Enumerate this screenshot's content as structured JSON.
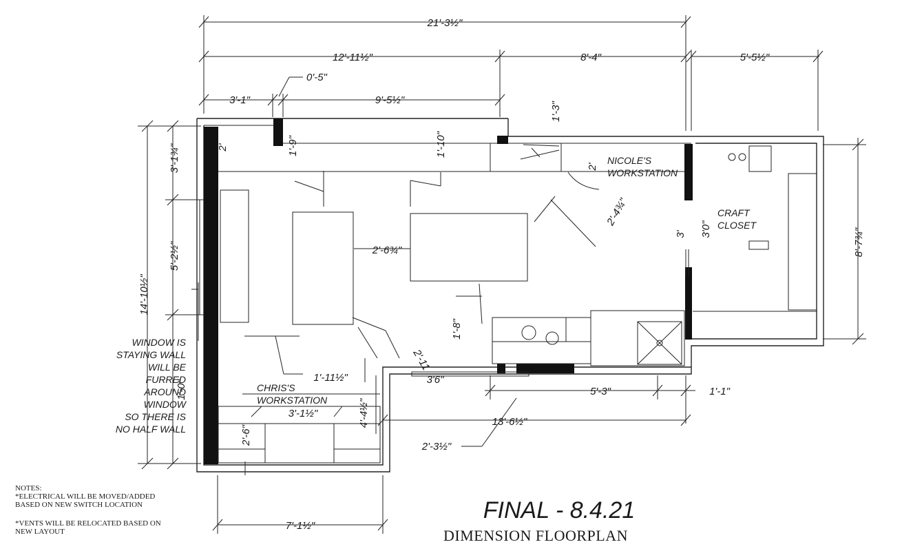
{
  "dimensions": {
    "top_overall": "21'-3½\"",
    "top_left": "12'-11½\"",
    "top_mid": "8'-4\"",
    "top_right": "5'-5½\"",
    "top_small": "0'-5\"",
    "top_seg1": "3'-1\"",
    "top_seg2": "9'-5½\"",
    "d_1_3": "1'-3\"",
    "d_2_left": "2'",
    "d_1_9": "1'-9\"",
    "d_1_10": "1'-10\"",
    "d_2_nicole": "2'",
    "d_2_4_3_4": "2'-4¾\"",
    "d_3": "3'",
    "d_3_0": "3'0\"",
    "d_2_6_3_4": "2'-6¾\"",
    "d_1_8": "1'-8\"",
    "d_2_11": "2'-11",
    "d_1_11_1_2": "1'-11½\"",
    "d_3_6": "3'6\"",
    "d_5_3": "5'-3\"",
    "d_1_1": "1'-1\"",
    "d_3_1_1_2": "3'-1½\"",
    "d_4_4_1_2": "4'-4½\"",
    "d_13_6_1_2": "13'-6½\"",
    "d_2_3_1_2": "2'-3½\"",
    "d_2_6": "2'-6\"",
    "left_3_1_3_4": "3'-1¾\"",
    "left_5_2_1_2": "5'-2½\"",
    "left_14_10_1_2": "14'-10½\"",
    "left_small": "1'-0\"",
    "right_8_7_3_4": "8'-7¾\"",
    "bottom_7_1_1_2": "7'-1½\""
  },
  "labels": {
    "nicole_line1": "NICOLE'S",
    "nicole_line2": "WORKSTATION",
    "craft_line1": "CRAFT",
    "craft_line2": "CLOSET",
    "chris_line1": "CHRIS'S",
    "chris_line2": "WORKSTATION",
    "window_lines": [
      "WINDOW IS",
      "STAYING WALL",
      "WILL BE",
      "FURRED",
      "AROUND",
      "WINDOW",
      "SO THERE IS",
      "NO HALF WALL"
    ]
  },
  "notes": {
    "heading": "NOTES:",
    "line1": "*ELECTRICAL WILL BE MOVED/ADDED",
    "line2": "BASED ON NEW SWITCH LOCATION",
    "line3": "*VENTS WILL BE RELOCATED BASED ON",
    "line4": "NEW LAYOUT"
  },
  "title": {
    "final": "FINAL - 8.4.21",
    "subtitle": "DIMENSION FLOORPLAN"
  }
}
